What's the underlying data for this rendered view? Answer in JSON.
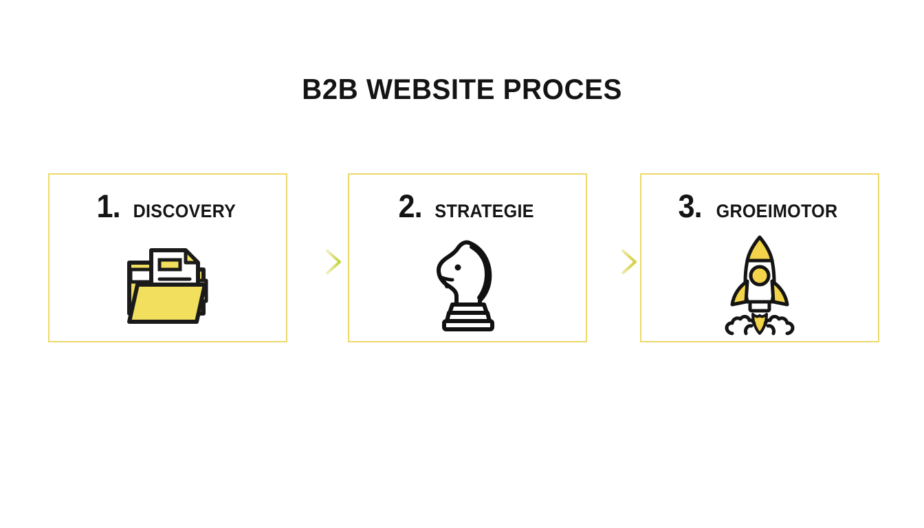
{
  "page": {
    "title": "B2B WEBSITE PROCES",
    "background_color": "#ffffff",
    "accent_color": "#ecd96a",
    "arrow_color": "#cfd44a",
    "text_color": "#141414"
  },
  "steps": [
    {
      "number": "1.",
      "label": "DISCOVERY",
      "icon": "folder-document-icon"
    },
    {
      "number": "2.",
      "label": "STRATEGIE",
      "icon": "chess-knight-icon"
    },
    {
      "number": "3.",
      "label": "GROEIMOTOR",
      "icon": "rocket-launch-icon"
    }
  ],
  "connectors": [
    {
      "name": "arrow-right-icon"
    },
    {
      "name": "arrow-right-icon"
    }
  ]
}
